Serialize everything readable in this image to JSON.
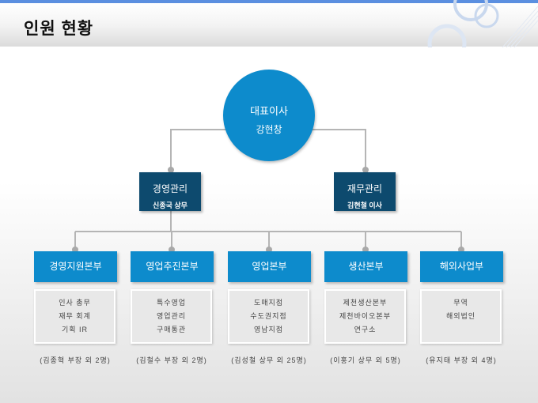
{
  "header": {
    "title": "인원 현황"
  },
  "ceo": {
    "role": "대표이사",
    "name": "강현창"
  },
  "managers": [
    {
      "role": "경영관리",
      "name": "신종국 상무"
    },
    {
      "role": "재무관리",
      "name": "김현철 이사"
    }
  ],
  "divisions": [
    {
      "name": "경영지원본부",
      "items": [
        "인사 총무",
        "재무 회계",
        "기획 IR"
      ],
      "staff": "(김종혁 부장 외 2명)"
    },
    {
      "name": "영업추진본부",
      "items": [
        "특수영업",
        "영업관리",
        "구매통관"
      ],
      "staff": "(김철수 부장 외 2명)"
    },
    {
      "name": "영업본부",
      "items": [
        "도매지점",
        "수도권지점",
        "영남지점"
      ],
      "staff": "(김성철 상무 외 25명)"
    },
    {
      "name": "생산본부",
      "items": [
        "제천생산본부",
        "제천바이오본부",
        "연구소"
      ],
      "staff": "(이홍기 상무 외 5명)"
    },
    {
      "name": "해외사업부",
      "items": [
        "무역",
        "해외법인"
      ],
      "staff": "(유지태 부장 외 4명)"
    }
  ],
  "colors": {
    "primary": "#0d8bcc",
    "dark": "#0d4a6e",
    "line": "#b5b5b5",
    "topbar": "#5b8fe0"
  }
}
